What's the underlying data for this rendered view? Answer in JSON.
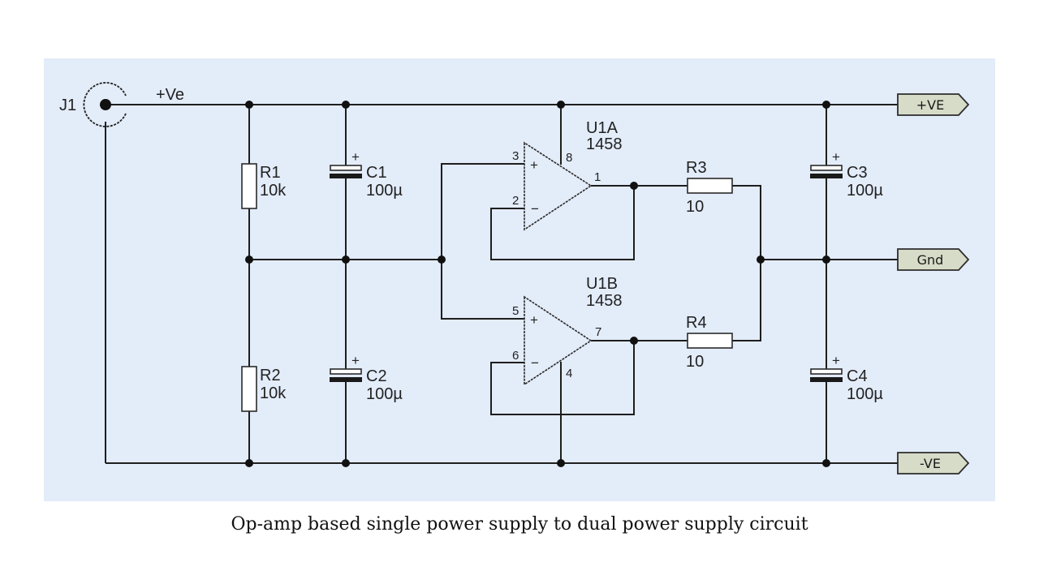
{
  "diagram": {
    "type": "circuit-schematic",
    "background_color": "#e3ecf9",
    "connector": {
      "ref": "J1",
      "net_label": "+Ve"
    },
    "resistors": [
      {
        "ref": "R1",
        "value": "10k"
      },
      {
        "ref": "R2",
        "value": "10k"
      },
      {
        "ref": "R3",
        "value": "10"
      },
      {
        "ref": "R4",
        "value": "10"
      }
    ],
    "capacitors": [
      {
        "ref": "C1",
        "value": "100µ",
        "polarity": "+"
      },
      {
        "ref": "C2",
        "value": "100µ",
        "polarity": "+"
      },
      {
        "ref": "C3",
        "value": "100µ",
        "polarity": "+"
      },
      {
        "ref": "C4",
        "value": "100µ",
        "polarity": "+"
      }
    ],
    "opamps": [
      {
        "ref": "U1A",
        "part": "1458",
        "pins": {
          "non_inverting": "3",
          "inverting": "2",
          "output": "1",
          "supply": "8"
        },
        "signs": {
          "plus": "+",
          "minus": "−"
        }
      },
      {
        "ref": "U1B",
        "part": "1458",
        "pins": {
          "non_inverting": "5",
          "inverting": "6",
          "output": "7",
          "supply": "4"
        },
        "signs": {
          "plus": "+",
          "minus": "−"
        }
      }
    ],
    "ports": [
      {
        "name": "+VE",
        "port_color": "#d6dcc8"
      },
      {
        "name": "Gnd",
        "port_color": "#d6dcc8"
      },
      {
        "name": "-VE",
        "port_color": "#d6dcc8"
      }
    ]
  },
  "caption": "Op-amp based single power supply to dual power supply circuit"
}
